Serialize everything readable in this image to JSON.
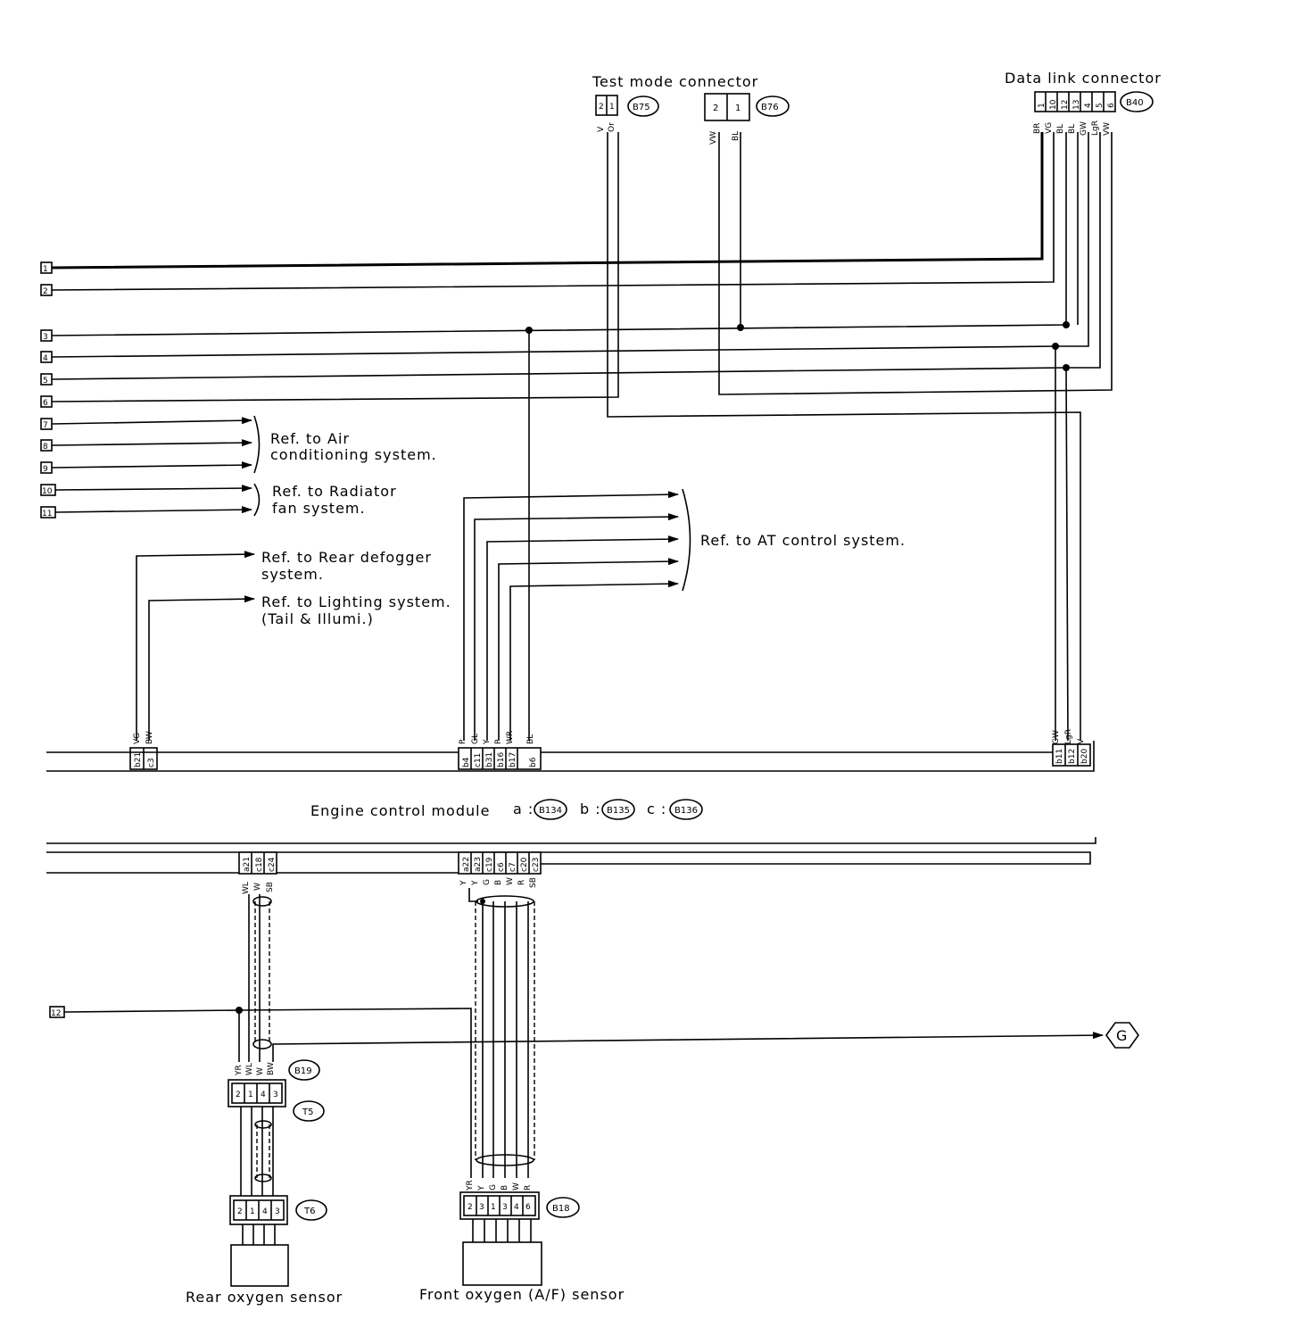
{
  "connectors": {
    "test_mode": {
      "title": "Test mode connector",
      "id": "B75",
      "pins": [
        "2",
        "1"
      ],
      "wires": [
        "V",
        "Or"
      ]
    },
    "b76": {
      "id": "B76",
      "pins": [
        "2",
        "1"
      ],
      "wires": [
        "VW",
        "BL"
      ]
    },
    "data_link": {
      "title": "Data link connector",
      "id": "B40",
      "pins": [
        "1",
        "10",
        "12",
        "13",
        "4",
        "5",
        "6"
      ],
      "wires": [
        "BR",
        "VG",
        "BL",
        "BL",
        "GW",
        "LgR",
        "VW"
      ]
    }
  },
  "terminals": [
    "1",
    "2",
    "3",
    "4",
    "5",
    "6",
    "7",
    "8",
    "9",
    "10",
    "11",
    "12"
  ],
  "refs": {
    "air_conditioning": [
      "Ref. to Air",
      "conditioning system."
    ],
    "radiator_fan": [
      "Ref. to Radiator",
      "fan system."
    ],
    "at_control": "Ref. to AT control system.",
    "rear_defogger": [
      "Ref. to Rear defogger",
      "system."
    ],
    "lighting": [
      "Ref. to Lighting system.",
      "(Tail & Illumi.)"
    ]
  },
  "ecm": {
    "label": "Engine control module",
    "a_prefix": "a :",
    "a_id": "B134",
    "b_prefix": "b :",
    "b_id": "B135",
    "c_prefix": "c :",
    "c_id": "B136",
    "top_left_wires": [
      "VG",
      "BW"
    ],
    "top_left_pins": [
      "b21",
      "c3"
    ],
    "top_mid_wires": [
      "P",
      "GL",
      "Y",
      "P",
      "WR",
      "BL"
    ],
    "top_mid_pins": [
      "b4",
      "c11",
      "b31",
      "b16",
      "b17",
      "b6"
    ],
    "top_right_wires": [
      "GW",
      "LgR",
      "V"
    ],
    "top_right_pins": [
      "b11",
      "b12",
      "b20"
    ],
    "bot_left_pins": [
      "a21",
      "c18",
      "c24"
    ],
    "bot_left_wires": [
      "WL",
      "W",
      "SB"
    ],
    "bot_mid_pins": [
      "a22",
      "a23",
      "c19",
      "c6",
      "c7",
      "c20",
      "c23"
    ],
    "bot_mid_wires": [
      "Y",
      "Y",
      "G",
      "B",
      "W",
      "R",
      "SB"
    ]
  },
  "rear_sensor": {
    "label": "Rear oxygen sensor",
    "b19": "B19",
    "t5": "T5",
    "t6": "T6",
    "wires": [
      "YR",
      "WL",
      "W",
      "BW"
    ],
    "pins": [
      "2",
      "1",
      "4",
      "3"
    ]
  },
  "front_sensor": {
    "label": "Front oxygen (A/F) sensor",
    "id": "B18",
    "wires": [
      "YR",
      "Y",
      "G",
      "B",
      "W",
      "R"
    ],
    "pins": [
      "2",
      "3",
      "1",
      "3",
      "4",
      "6"
    ]
  },
  "ground": "G"
}
